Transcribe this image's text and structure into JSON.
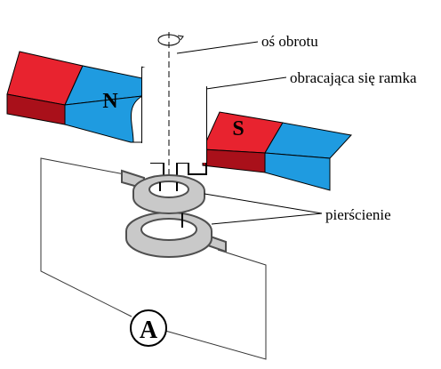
{
  "labels": {
    "axis": "oś obrotu",
    "frame": "obracająca się ramka",
    "rings": "pierścienie",
    "pole_north": "N",
    "pole_south": "S",
    "ammeter": "A"
  },
  "colors": {
    "magnet_red": "#e8232f",
    "magnet_red_dark": "#a9101a",
    "magnet_blue": "#1f9be0",
    "magnet_blue_dark": "#0f6fae",
    "ring_fill": "#c9c9c9",
    "ring_stroke": "#4f4f4f"
  },
  "icons": {
    "rotation": "rotation-arrow-icon"
  }
}
